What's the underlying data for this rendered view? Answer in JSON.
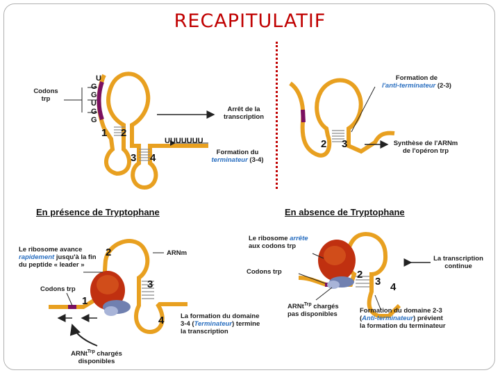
{
  "title": "RECAPITULATIF",
  "colors": {
    "title": "#c00000",
    "rna": "#e8a020",
    "highlight": "#7a1060",
    "ribosome": "#c03010",
    "trna": "#7080b0",
    "blue_text": "#2a6fc0"
  },
  "top_left": {
    "label_codons": [
      "Codons",
      "trp"
    ],
    "codon_letters": [
      "U",
      "G",
      "G",
      "U",
      "G",
      "G"
    ],
    "poly_u": "UUUUUUU",
    "arret_label": [
      "Arrêt de la",
      "transcription"
    ],
    "term_label_1": "Formation du",
    "term_label_2_blue": "terminateur",
    "term_label_2_rest": " (3-4)",
    "domain_numbers": [
      "1",
      "2",
      "3",
      "4"
    ]
  },
  "top_right": {
    "formation_label_1": "Formation de",
    "formation_label_2_blue": "l'anti-terminateur",
    "formation_label_2_rest": " (2-3)",
    "synthese_label": [
      "Synthèse de l'ARNm",
      "de l'opéron trp"
    ],
    "domain_numbers": [
      "2",
      "3"
    ]
  },
  "headings": {
    "left": "En présence de Tryptophane",
    "right": "En absence de Tryptophane"
  },
  "bottom_left": {
    "ribosome_label_1": "Le ribosome avance",
    "ribosome_label_2_blue": "rapidement",
    "ribosome_label_2_rest": " jusqu'à la fin",
    "ribosome_label_3": "du peptide « leader »",
    "arnm_label": "ARNm",
    "codons_label": "Codons trp",
    "domain_label_1": "La formation du domaine",
    "domain_label_2_pre": "3-4 (",
    "domain_label_2_blue": "Terminateur",
    "domain_label_2_post": ") termine",
    "domain_label_3": "la transcription",
    "trna_label_1": "ARNt",
    "trna_label_sup": "Trp",
    "trna_label_2": " chargés",
    "trna_label_3": "disponibles",
    "domain_numbers": [
      "1",
      "2",
      "3",
      "4"
    ]
  },
  "bottom_right": {
    "ribosome_label_1_pre": "Le ribosome ",
    "ribosome_label_1_blue": "arrête",
    "ribosome_label_2": "aux codons trp",
    "codons_label": "Codons trp",
    "transcription_label": [
      "La transcription",
      "continue"
    ],
    "trna_label_1": "ARNt",
    "trna_label_sup": "Trp",
    "trna_label_2": " chargés",
    "trna_label_3": "pas disponibles",
    "domain_label_1": "Formation du domaine 2-3",
    "domain_label_2_pre": "(",
    "domain_label_2_blue": "Anti-terminateur",
    "domain_label_2_post": ") prévient",
    "domain_label_3": "la formation du terminateur",
    "domain_numbers": [
      "2",
      "3",
      "4"
    ]
  }
}
